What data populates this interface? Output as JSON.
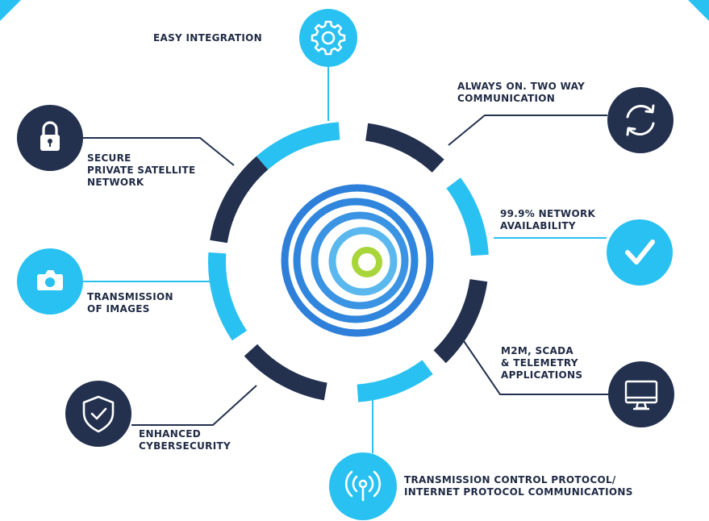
{
  "colors": {
    "navy": "#23314f",
    "cyan": "#29c1f1",
    "label": "#1f2a44",
    "core_blue": "#2d7fd9",
    "core_mid": "#3a93e3",
    "core_light": "#5ab8ee",
    "core_lime": "#a8d53a"
  },
  "features": [
    {
      "id": "easy-integration",
      "icon": "gear-icon",
      "color": "cyan",
      "lines": [
        "EASY INTEGRATION"
      ]
    },
    {
      "id": "two-way-communication",
      "icon": "sync-arrows-icon",
      "color": "navy",
      "lines": [
        "ALWAYS ON. TWO WAY",
        "COMMUNICATION"
      ]
    },
    {
      "id": "network-availability",
      "icon": "checkmark-icon",
      "color": "cyan",
      "lines": [
        "99.9% NETWORK",
        "AVAILABILITY"
      ]
    },
    {
      "id": "m2m-scada-telemetry",
      "icon": "monitor-icon",
      "color": "navy",
      "lines": [
        "M2M, SCADA",
        "& TELEMETRY",
        "APPLICATIONS"
      ]
    },
    {
      "id": "tcp-ip-communications",
      "icon": "wireless-antenna-icon",
      "color": "cyan",
      "lines": [
        "TRANSMISSION CONTROL PROTOCOL/",
        "INTERNET PROTOCOL COMMUNICATIONS"
      ]
    },
    {
      "id": "enhanced-cybersecurity",
      "icon": "shield-check-icon",
      "color": "navy",
      "lines": [
        "ENHANCED",
        "CYBERSECURITY"
      ]
    },
    {
      "id": "transmission-of-images",
      "icon": "camera-icon",
      "color": "cyan",
      "lines": [
        "TRANSMISSION",
        "OF IMAGES"
      ]
    },
    {
      "id": "secure-private-network",
      "icon": "padlock-icon",
      "color": "navy",
      "lines": [
        "SECURE",
        "PRIVATE SATELLITE",
        "NETWORK"
      ]
    }
  ]
}
